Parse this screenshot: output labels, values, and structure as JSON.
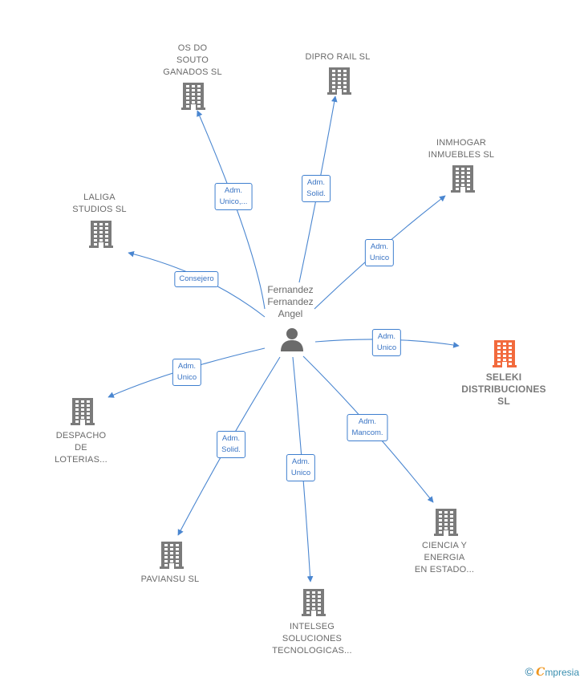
{
  "person": {
    "lines": [
      "Fernandez",
      "Fernandez",
      "Angel"
    ]
  },
  "companies": [
    {
      "id": "osdo",
      "lines": [
        "OS DO",
        "SOUTO",
        "GANADOS  SL"
      ],
      "highlight": false
    },
    {
      "id": "dipro",
      "lines": [
        "DIPRO RAIL  SL"
      ],
      "highlight": false
    },
    {
      "id": "inmhogar",
      "lines": [
        "INMHOGAR",
        "INMUEBLES SL"
      ],
      "highlight": false
    },
    {
      "id": "laliga",
      "lines": [
        "LALIGA",
        "STUDIOS  SL"
      ],
      "highlight": false
    },
    {
      "id": "seleki",
      "lines": [
        "SELEKI",
        "DISTRIBUCIONES",
        "SL"
      ],
      "highlight": true
    },
    {
      "id": "despacho",
      "lines": [
        "DESPACHO",
        "DE",
        "LOTERIAS..."
      ],
      "highlight": false
    },
    {
      "id": "ciencia",
      "lines": [
        "CIENCIA Y",
        "ENERGIA",
        "EN ESTADO..."
      ],
      "highlight": false
    },
    {
      "id": "paviansu",
      "lines": [
        "PAVIANSU  SL"
      ],
      "highlight": false
    },
    {
      "id": "intelseg",
      "lines": [
        "INTELSEG",
        "SOLUCIONES",
        "TECNOLOGICAS..."
      ],
      "highlight": false
    }
  ],
  "relations": [
    {
      "to": "osdo",
      "lines": [
        "Adm.",
        "Unico,..."
      ]
    },
    {
      "to": "dipro",
      "lines": [
        "Adm.",
        "Solid."
      ]
    },
    {
      "to": "inmhogar",
      "lines": [
        "Adm.",
        "Unico"
      ]
    },
    {
      "to": "laliga",
      "lines": [
        "Consejero"
      ]
    },
    {
      "to": "seleki",
      "lines": [
        "Adm.",
        "Unico"
      ]
    },
    {
      "to": "despacho",
      "lines": [
        "Adm.",
        "Unico"
      ]
    },
    {
      "to": "ciencia",
      "lines": [
        "Adm.",
        "Mancom."
      ]
    },
    {
      "to": "paviansu",
      "lines": [
        "Adm.",
        "Solid."
      ]
    },
    {
      "to": "intelseg",
      "lines": [
        "Adm.",
        "Unico"
      ]
    }
  ],
  "colors": {
    "edge": "#4a86d0",
    "building": "#7b7b7b",
    "building_highlight": "#f26a3d",
    "person": "#6b6b6b"
  },
  "footer": {
    "copyright": "©",
    "brand_first": "C",
    "brand_rest": "mpresia"
  }
}
